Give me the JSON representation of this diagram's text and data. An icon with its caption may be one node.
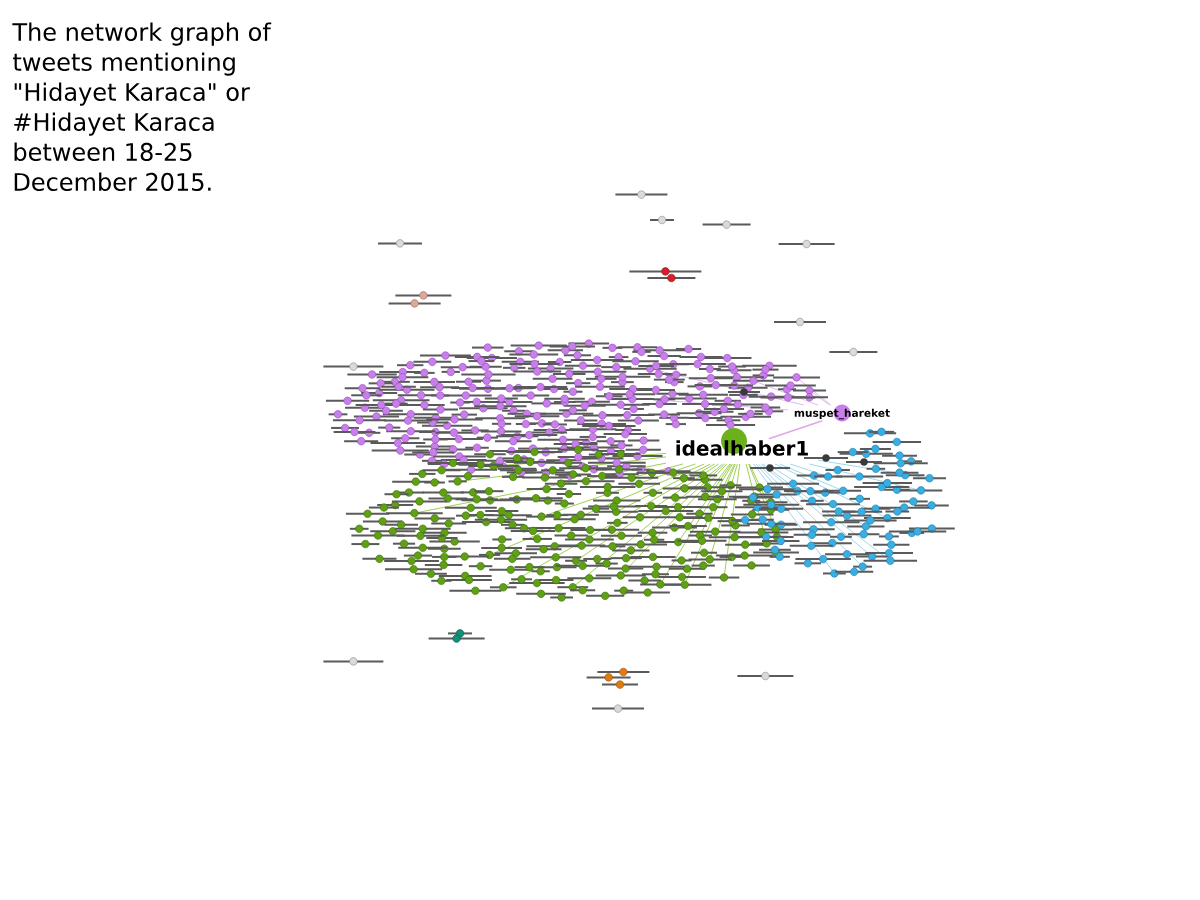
{
  "diagram": {
    "title": "The network graph of tweets mentioning \"Hidayet Karaca\" or #Hidayet Karaca between 18-25 December 2015.",
    "nodes": [
      {
        "text": [
          "idealhaber1"
        ]
      },
      {
        "text": [
          "muspet_hareket"
        ]
      }
    ],
    "edges": [
      {
        "from": 1,
        "to": 0,
        "arrow": "none"
      }
    ]
  }
}
